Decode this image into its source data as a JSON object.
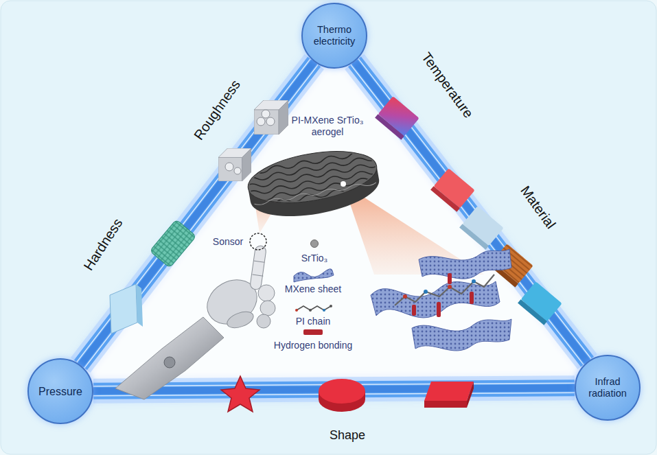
{
  "diagram": {
    "nodes": [
      {
        "text": [
          "Thermo electricity"
        ]
      },
      {
        "text": [
          "Pressure"
        ]
      },
      {
        "text": [
          "Infrad radiation"
        ]
      }
    ],
    "edges": [
      {
        "from": 1,
        "to": 0,
        "arrow": "none"
      },
      {
        "from": 0,
        "to": 2,
        "arrow": "none"
      },
      {
        "from": 1,
        "to": 2,
        "arrow": "none"
      }
    ],
    "labels": [
      "Roughness",
      "Hardness",
      "Temperature",
      "Material",
      "Shape",
      "PI-MXene SrTio₃ aerogel",
      "Sonsor"
    ],
    "legend": [
      {
        "text": "SrTio₃"
      },
      {
        "text": "MXene sheet"
      },
      {
        "text": "PI chain"
      },
      {
        "text": "Hydrogen bonding"
      }
    ]
  }
}
